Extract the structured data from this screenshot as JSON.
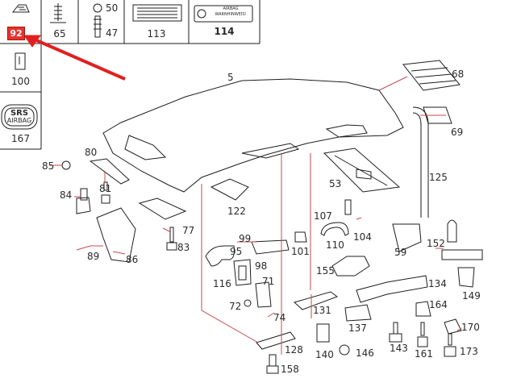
{
  "legend_cells": {
    "top": [
      {
        "label": "92",
        "selected": true
      },
      {
        "label": "65"
      },
      {
        "label": "50"
      },
      {
        "label": "47"
      },
      {
        "label": "113"
      },
      {
        "label": "114"
      }
    ],
    "left": [
      {
        "label": "100"
      },
      {
        "label": "167"
      }
    ],
    "label_114_lines": [
      "AIRBAG",
      "WARNHINWEIS!"
    ],
    "label_167_lines": [
      "SRS",
      "AIRBAG"
    ]
  },
  "callouts": [
    "5",
    "68",
    "69",
    "125",
    "80",
    "85",
    "84",
    "81",
    "122",
    "53",
    "107",
    "77",
    "83",
    "89",
    "86",
    "99",
    "95",
    "98",
    "116",
    "71",
    "72",
    "74",
    "101",
    "110",
    "104",
    "59",
    "155",
    "152",
    "131",
    "134",
    "149",
    "137",
    "164",
    "170",
    "128",
    "140",
    "146",
    "143",
    "161",
    "173",
    "158"
  ],
  "colors": {
    "line": "#1e1e1e",
    "leader": "#c44a52",
    "highlight": "#e8322b",
    "arrow": "#e02020"
  }
}
